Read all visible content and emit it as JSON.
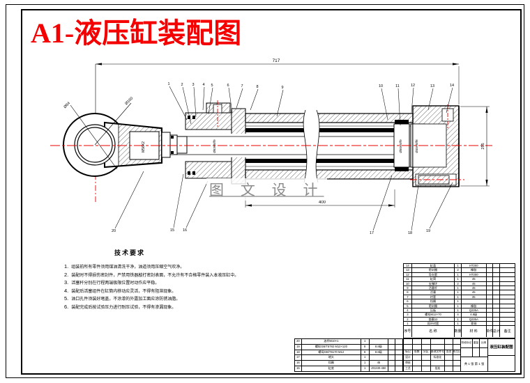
{
  "sheet": {
    "title": "A1-液压缸装配图"
  },
  "watermark": "图 文 设 计",
  "dims": {
    "overall": "717",
    "cap_height": "255",
    "stroke": "400",
    "eye_hole": "Ø64",
    "eye_outer": "Ø160",
    "thread": "M56X2",
    "rod_fit": "Ø63H8/f9",
    "piston_fit_a": "Ø50H9/f9",
    "piston_fit_b": "Ø45H8/f8"
  },
  "callouts": {
    "1": "1",
    "2": "2",
    "3": "3",
    "4": "4",
    "5": "5",
    "6": "6",
    "7": "7",
    "8": "8",
    "9": "9",
    "10": "10",
    "11": "11",
    "12": "12",
    "13": "13",
    "14": "14",
    "15": "15",
    "16": "16",
    "17": "17",
    "18": "18",
    "19": "19",
    "20": "20"
  },
  "tech": {
    "heading": "技术要求",
    "items": [
      {
        "no": "1.",
        "text": "组装前所有零件须用煤油清洗干净，油道须用压缩空气吹净。"
      },
      {
        "no": "2.",
        "text": "装配时不得损伤密封件，严禁用铁器敲打密封表面，不允许有不合格零件装入本液压缸中。"
      },
      {
        "no": "3.",
        "text": "活塞杆分别在行程两端极限位置时动作应平稳。"
      },
      {
        "no": "4.",
        "text": "装配后活塞组件在缸筒内移动应灵活，不得有阻滞现象。"
      },
      {
        "no": "5.",
        "text": "油口孔件须装好堵盖，不涂漆的外露加工面应涂防锈油脂。"
      },
      {
        "no": "6.",
        "text": "装配完成后按试验压力进行耐压试验，不得有渗漏现象。"
      }
    ]
  },
  "bom_main": {
    "headers": [
      "序号",
      "名  称",
      "数量",
      "材  料",
      "单件",
      "总计",
      "备注"
    ],
    "rows": [
      [
        "14",
        "缸盖",
        "1",
        "HT200"
      ],
      [
        "13",
        "密封圈",
        "2",
        "橡胶"
      ],
      [
        "12",
        "导向套",
        "1",
        "HT200"
      ],
      [
        "11",
        "缸筒",
        "1",
        "45"
      ],
      [
        "10",
        "支撑环",
        "2",
        "45"
      ],
      [
        "9",
        "活塞杆",
        "1",
        "45"
      ],
      [
        "8",
        "活塞",
        "1",
        "45"
      ],
      [
        "7",
        "衬套",
        "1",
        "35"
      ],
      [
        "6",
        "挡圈",
        "1",
        ""
      ],
      [
        "5",
        "密封圈",
        "1",
        "橡胶"
      ],
      [
        "4",
        "压板",
        "1",
        "Q235A"
      ],
      [
        "3",
        "螺栓M12×70",
        "4",
        "4.8级"
      ],
      [
        "2",
        "垫圈12",
        "1",
        "Q235A"
      ],
      [
        "1",
        "耳环衬套",
        "1",
        "青铜"
      ]
    ]
  },
  "bom_extra": {
    "rows": [
      [
        "20",
        "油杯M10×1",
        "1",
        ""
      ],
      [
        "19",
        "螺栓GB/T5782 M12×120",
        "8",
        "8.8级"
      ],
      [
        "18",
        "螺母GB/T6170 M12",
        "8",
        "8.8级"
      ],
      [
        "17",
        "堵头",
        "1",
        ""
      ],
      [
        "16",
        "挡圈",
        "1",
        "45"
      ],
      [
        "15",
        "缸底",
        "1",
        "ZG230-450"
      ]
    ]
  },
  "title_block": {
    "row_labels": [
      "标记",
      "处数",
      "分区",
      "更改文件号",
      "签名",
      "年月日"
    ],
    "designer": "设计",
    "checker": "审核",
    "process": "工艺",
    "approve": "批准",
    "std": "标准化",
    "stage": "阶段标记",
    "weight": "重量",
    "scale": "比例",
    "sheets": "共 1 张  第 1 张",
    "name": "液压缸装配图"
  }
}
